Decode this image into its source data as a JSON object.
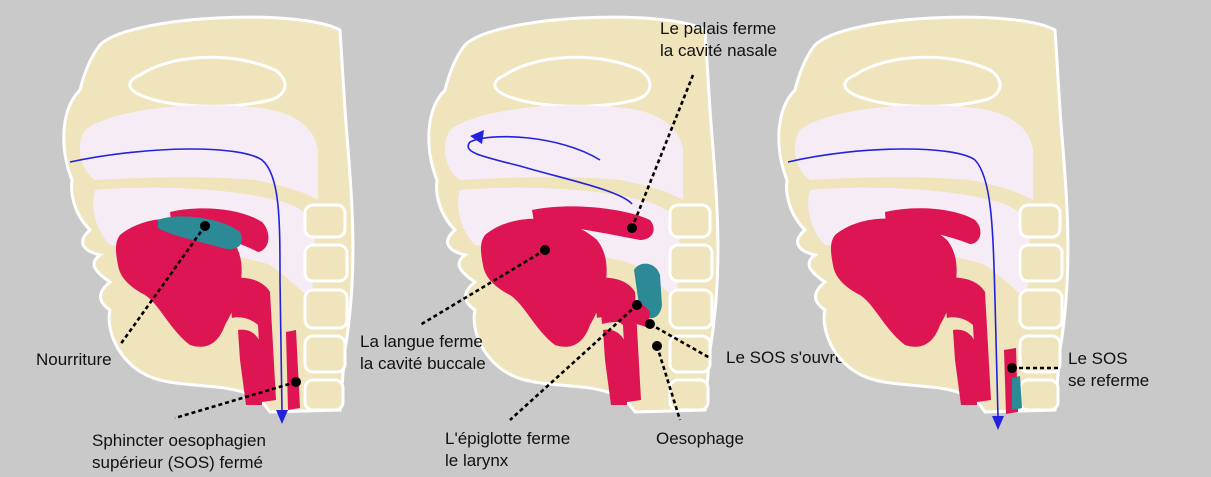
{
  "colors": {
    "background": "#c9c9c9",
    "bone": "#efe4bb",
    "bone_outline": "#ffffff",
    "cavity": "#f6ecf6",
    "muscle": "#dd1552",
    "food_bolus": "#2b8a96",
    "flow_arrow": "#2222dd",
    "pointer": "#000000"
  },
  "labels": {
    "food": "Nourriture",
    "sos_closed_line1": "Sphincter oesophagien",
    "sos_closed_line2": "supérieur (SOS) fermé",
    "palate_line1": "Le palais ferme",
    "palate_line2": "la cavité nasale",
    "tongue_line1": "La langue ferme",
    "tongue_line2": "la cavité buccale",
    "sos_opens": "Le SOS s'ouvre",
    "epiglottis_line1": "L'épiglotte ferme",
    "epiglottis_line2": "le larynx",
    "oesophagus": "Oesophage",
    "sos_recloses_line1": "Le SOS",
    "sos_recloses_line2": "se referme"
  }
}
